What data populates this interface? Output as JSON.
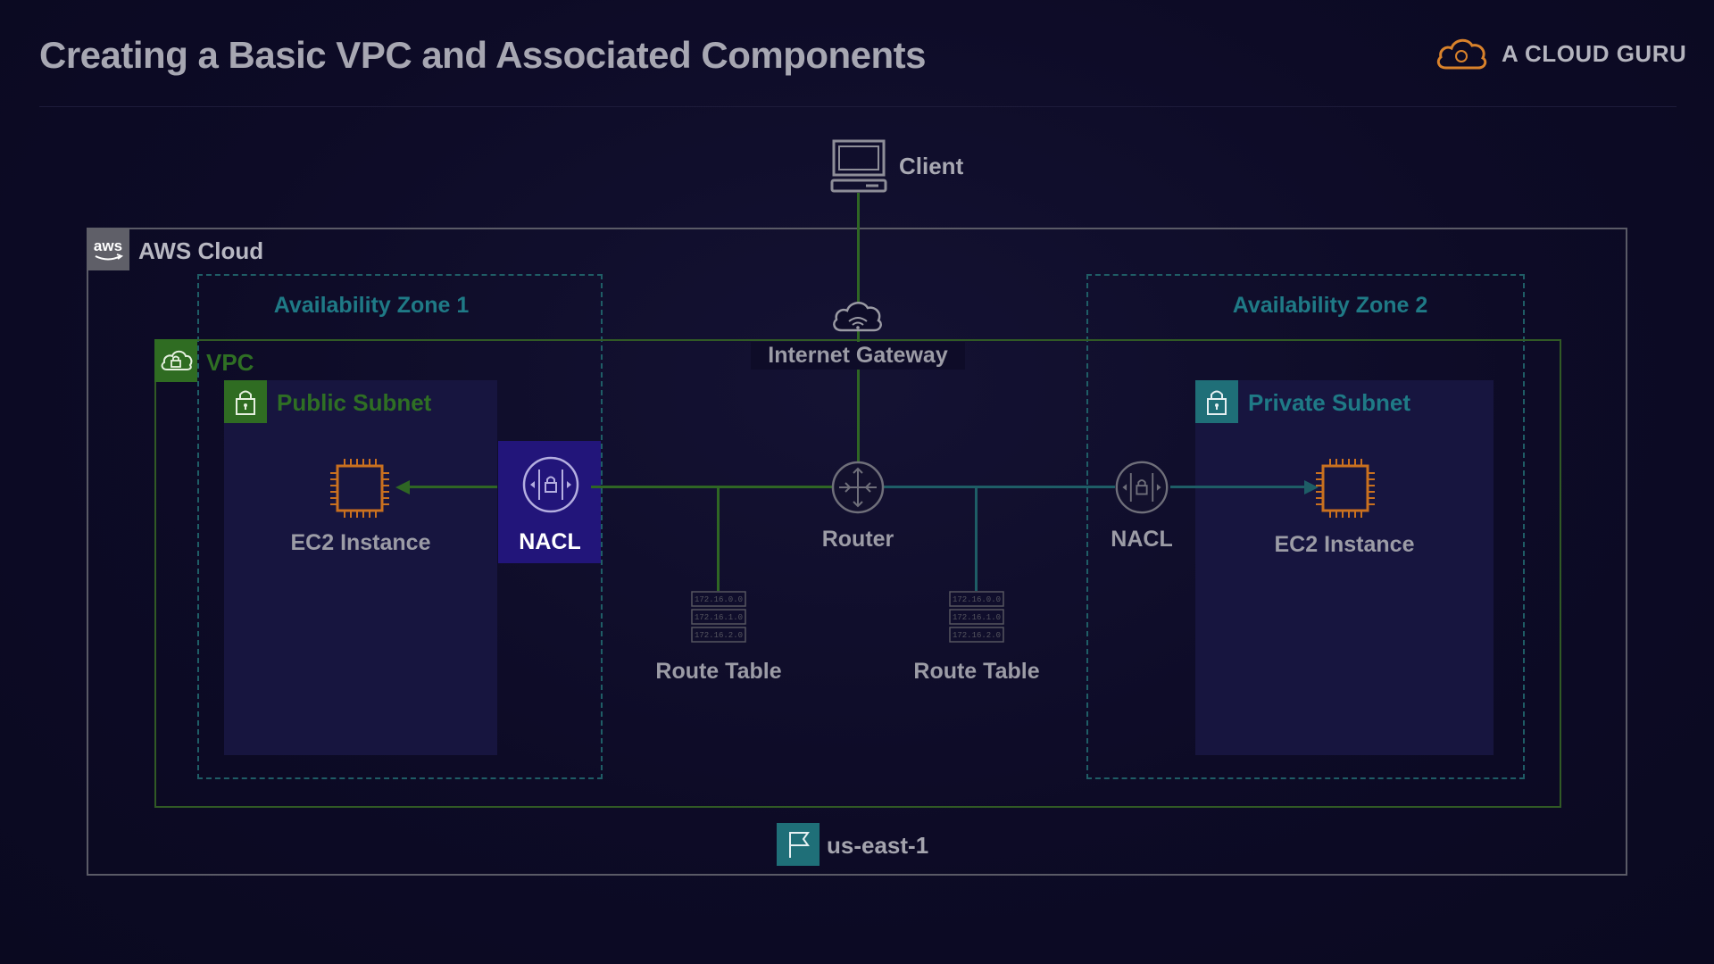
{
  "slide": {
    "title": "Creating a Basic VPC and Associated Components"
  },
  "brand": {
    "name": "A CLOUD GURU",
    "icon": "cloud-logo-icon",
    "color": "#d9822b"
  },
  "diagram": {
    "client_label": "Client",
    "aws_cloud_label": "AWS Cloud",
    "aws_badge_text": "aws",
    "az1_label": "Availability Zone 1",
    "az2_label": "Availability Zone 2",
    "vpc_label": "VPC",
    "igw_label": "Internet Gateway",
    "public_subnet_label": "Public Subnet",
    "private_subnet_label": "Private Subnet",
    "ec2_public_label": "EC2 Instance",
    "ec2_private_label": "EC2 Instance",
    "nacl_public_label": "NACL",
    "nacl_private_label": "NACL",
    "router_label": "Router",
    "route_table_1_label": "Route Table",
    "route_table_2_label": "Route Table",
    "region_label": "us-east-1",
    "route_table_rows": [
      "172.16.0.0",
      "172.16.1.0",
      "172.16.2.0"
    ]
  },
  "colors": {
    "green": "#2f6c22",
    "teal": "#1f6f78",
    "ec2_orange": "#c9701f",
    "nacl_highlight": "#22157a"
  }
}
